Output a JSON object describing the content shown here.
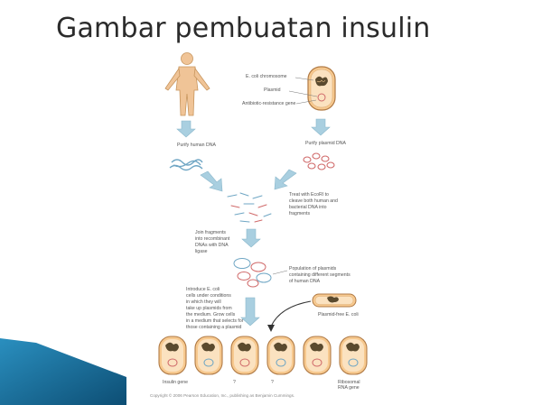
{
  "slide": {
    "title": "Gambar pembuatan insulin"
  },
  "diagram": {
    "labels": {
      "ecoli_chromosome": "E. coli chromosome",
      "plasmid": "Plasmid",
      "antibiotic_gene": "Antibiotic-resistance gene",
      "purify_human_dna": "Purify human DNA",
      "purify_plasmid_dna": "Purify plasmid DNA",
      "ecori_treat": "Treat with EcoRI to cleave both human and bacterial DNA into fragments",
      "join_fragments": "Join fragments into recombinant DNAs with DNA ligase",
      "population_plasmids": "Population of plasmids containing different segments of human DNA",
      "plasmid_free_ecoli": "Plasmid-free E. coli",
      "introduce_ecoli": "Introduce E. coli cells under conditions in which they will take up plasmids from the medium. Grow cells in a medium that selects for those containing a plasmid",
      "insulin_gene": "Insulin gene",
      "question1": "?",
      "question2": "?",
      "ribosomal_rna_gene": "Ribosomal RNA gene",
      "copyright": "Copyright © 2006 Pearson Education, Inc., publishing as Benjamin Cummings."
    },
    "colors": {
      "arrow": "#a9cfe0",
      "cell_fill": "#f7c98f",
      "cell_stroke": "#b07a45",
      "chromosome": "#5a4a2e",
      "plasmid_ring": "#d06a6a",
      "human_dna": "#6fa6c4",
      "skin": "#f0c497",
      "corner_accent": "#2a8fbf"
    }
  }
}
